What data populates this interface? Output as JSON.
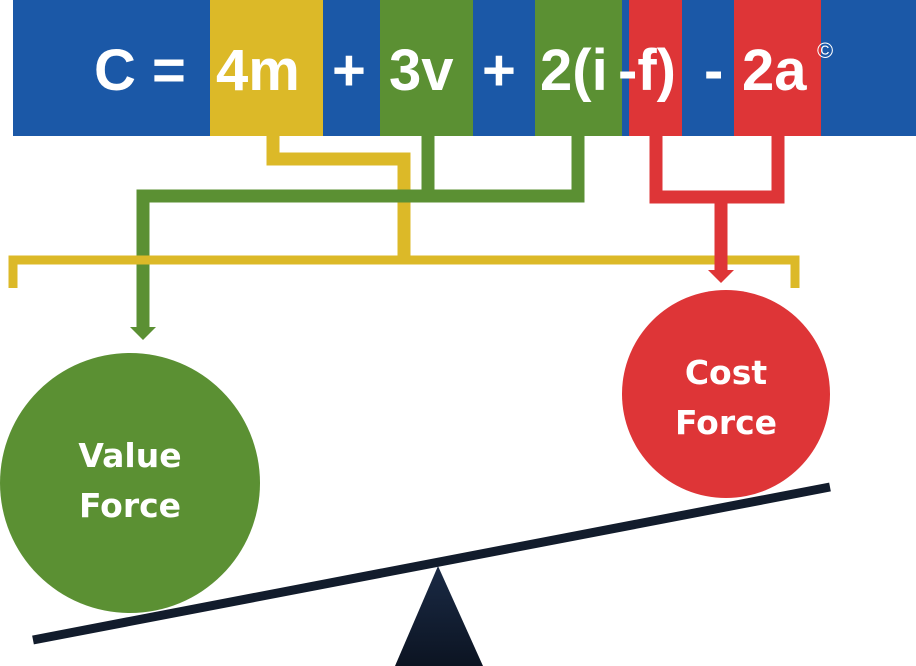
{
  "colors": {
    "blue": "#1B58A7",
    "yellow": "#DCB928",
    "green": "#5B9033",
    "red": "#DE3537",
    "dark": "#121C2C",
    "text": "#FFFFFF"
  },
  "formula": {
    "full_text": "C = 4m + 3v + 2(i-f) - 2a©",
    "tokens": [
      {
        "id": "c-equals",
        "text": "C =",
        "highlight": "blue"
      },
      {
        "id": "term-4m",
        "text": "4m",
        "highlight": "yellow"
      },
      {
        "id": "plus-1",
        "text": "+",
        "highlight": "blue"
      },
      {
        "id": "term-3v",
        "text": "3v",
        "highlight": "green"
      },
      {
        "id": "plus-2",
        "text": "+",
        "highlight": "blue"
      },
      {
        "id": "term-2i",
        "text": "2(i",
        "highlight": "green"
      },
      {
        "id": "term-f",
        "text": "-f)",
        "highlight": "red"
      },
      {
        "id": "minus",
        "text": "-",
        "highlight": "blue"
      },
      {
        "id": "term-2a",
        "text": "2a",
        "highlight": "red"
      }
    ],
    "copyright_mark": "©"
  },
  "connections": [
    {
      "from": [
        "4m"
      ],
      "to": [
        "Value Force",
        "Cost Force"
      ],
      "color": "yellow",
      "style": "bracket-spanning-both"
    },
    {
      "from": [
        "3v",
        "2(i"
      ],
      "to": [
        "Value Force"
      ],
      "color": "green",
      "style": "arrow"
    },
    {
      "from": [
        "-f)",
        "2a"
      ],
      "to": [
        "Cost Force"
      ],
      "color": "red",
      "style": "arrow"
    }
  ],
  "forces": {
    "value": {
      "line1": "Value",
      "line2": "Force",
      "color": "green"
    },
    "cost": {
      "line1": "Cost",
      "line2": "Force",
      "color": "red"
    }
  },
  "balance": {
    "tilt": "heavier-left (value side down)"
  }
}
